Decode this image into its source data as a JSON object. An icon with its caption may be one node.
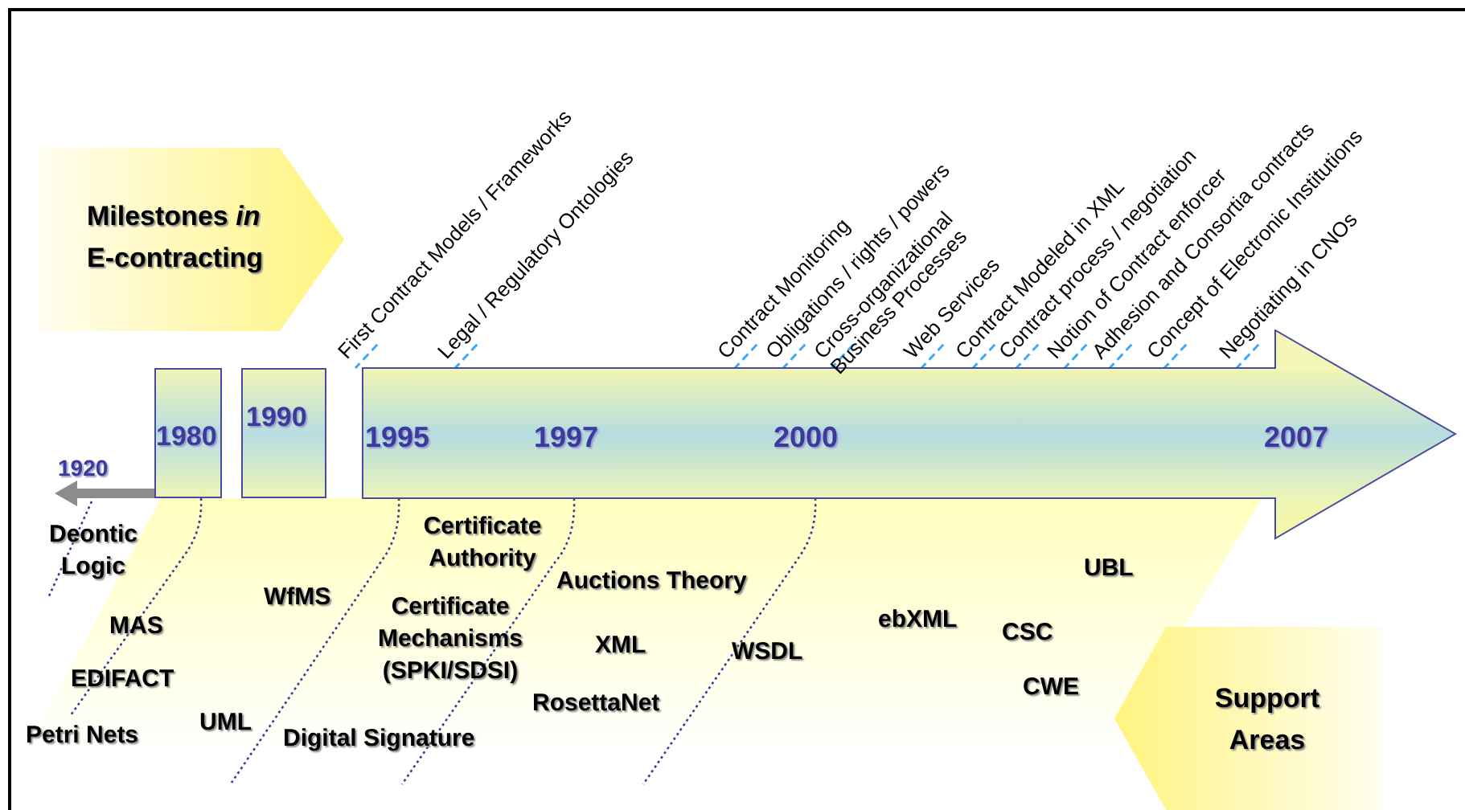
{
  "diagram": {
    "nodes": [
      {
        "text": [
          "Milestones *in* E-contracting"
        ]
      },
      {
        "text": [
          "1980"
        ]
      },
      {
        "text": [
          "1990"
        ]
      },
      {
        "text": [
          "1995",
          "1997",
          "2000",
          "2007"
        ]
      },
      {
        "text": [
          "First Contract Models / Frameworks"
        ]
      },
      {
        "text": [
          "Legal / Regulatory Ontologies"
        ]
      },
      {
        "text": [
          "Contract Monitoring"
        ]
      },
      {
        "text": [
          "Obligations / rights / powers"
        ]
      },
      {
        "text": [
          "Cross-organizational Business Processes"
        ]
      },
      {
        "text": [
          "Web Services"
        ]
      },
      {
        "text": [
          "Contract Modeled in XML"
        ]
      },
      {
        "text": [
          "Contract process / negotiation"
        ]
      },
      {
        "text": [
          "Notion of Contract enforcer"
        ]
      },
      {
        "text": [
          "Adhesion and Consortia contracts"
        ]
      },
      {
        "text": [
          "Concept of Electronic Institutions"
        ]
      },
      {
        "text": [
          "Negotiating in CNOs"
        ]
      },
      {
        "text": [
          "Support Areas"
        ]
      }
    ],
    "edges": [
      {
        "from": 4,
        "to": 3,
        "arrow": "none",
        "style": "dashed"
      },
      {
        "from": 5,
        "to": 3,
        "arrow": "none",
        "style": "dashed"
      },
      {
        "from": 6,
        "to": 3,
        "arrow": "none",
        "style": "dashed"
      },
      {
        "from": 7,
        "to": 3,
        "arrow": "none",
        "style": "dashed"
      },
      {
        "from": 8,
        "to": 3,
        "arrow": "none",
        "style": "dashed"
      },
      {
        "from": 9,
        "to": 3,
        "arrow": "none",
        "style": "dashed"
      },
      {
        "from": 10,
        "to": 3,
        "arrow": "none",
        "style": "dashed"
      },
      {
        "from": 11,
        "to": 3,
        "arrow": "none",
        "style": "dashed"
      },
      {
        "from": 12,
        "to": 3,
        "arrow": "none",
        "style": "dashed"
      },
      {
        "from": 13,
        "to": 3,
        "arrow": "none",
        "style": "dashed"
      },
      {
        "from": 14,
        "to": 3,
        "arrow": "none",
        "style": "dashed"
      },
      {
        "from": 15,
        "to": 3,
        "arrow": "none",
        "style": "dashed"
      }
    ],
    "labels": [
      "1920",
      "Deontic Logic",
      "Certificate Authority",
      "Auctions Theory",
      "UBL",
      "MAS",
      "WfMS",
      "Certificate Mechanisms (SPKI/SDSI)",
      "XML",
      "WSDL",
      "ebXML",
      "CSC",
      "EDIFACT",
      "RosettaNet",
      "CWE",
      "Petri Nets",
      "UML",
      "Digital Signature"
    ]
  }
}
